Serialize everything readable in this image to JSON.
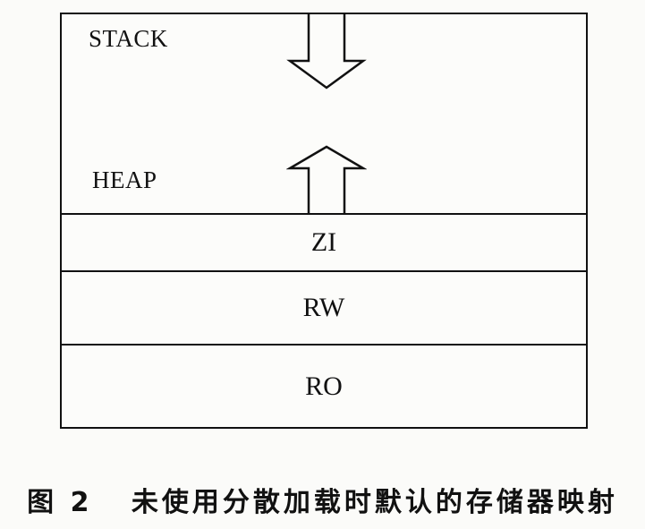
{
  "diagram": {
    "regions": {
      "stack": "STACK",
      "heap": "HEAP",
      "zi": "ZI",
      "rw": "RW",
      "ro": "RO"
    },
    "arrows": {
      "stack": "arrow-down-icon",
      "heap": "arrow-up-icon"
    }
  },
  "caption": {
    "number": "图 2",
    "text": "未使用分散加载时默认的存储器映射"
  },
  "colors": {
    "background": "#fbfbf9",
    "line": "#111111"
  }
}
